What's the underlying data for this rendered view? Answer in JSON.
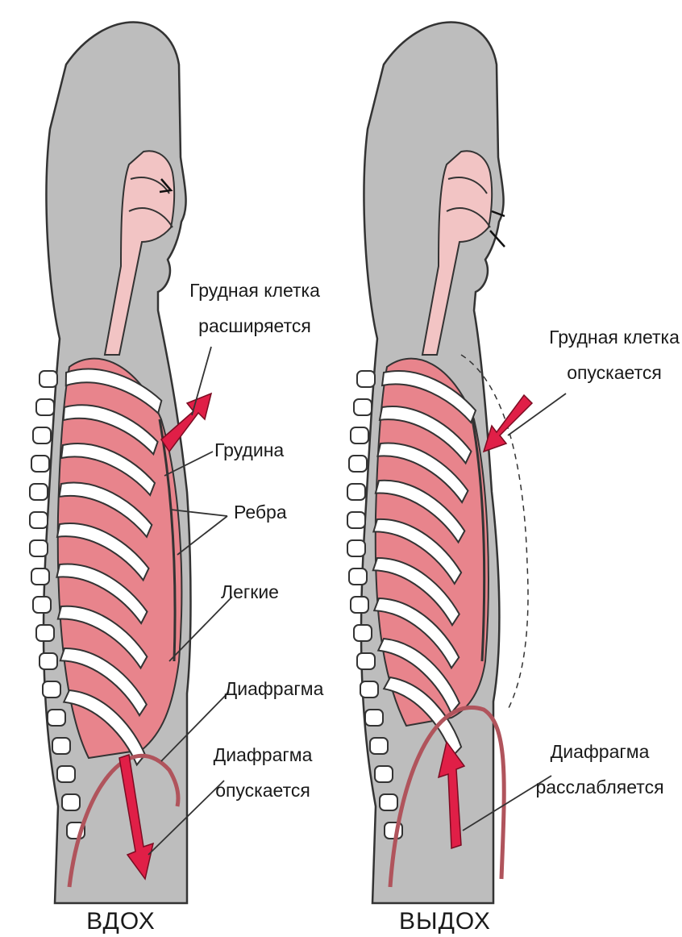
{
  "inhale": {
    "caption": "ВДОХ",
    "labels": {
      "chest_expands_1": "Грудная клетка",
      "chest_expands_2": "расширяется",
      "sternum": "Грудина",
      "ribs": "Ребра",
      "lungs": "Легкие",
      "diaphragm": "Диафрагма",
      "diaphragm_lowers_1": "Диафрагма",
      "diaphragm_lowers_2": "опускается"
    }
  },
  "exhale": {
    "caption": "ВЫДОХ",
    "labels": {
      "chest_lowers_1": "Грудная клетка",
      "chest_lowers_2": "опускается",
      "diaphragm_relaxes_1": "Диафрагма",
      "diaphragm_relaxes_2": "расслабляется"
    }
  },
  "colors": {
    "body": "#bdbdbd",
    "outline": "#333333",
    "lung": "#e8848c",
    "airway": "#f2c4c4",
    "rib": "#ffffff",
    "arrow": "#e01f47"
  }
}
